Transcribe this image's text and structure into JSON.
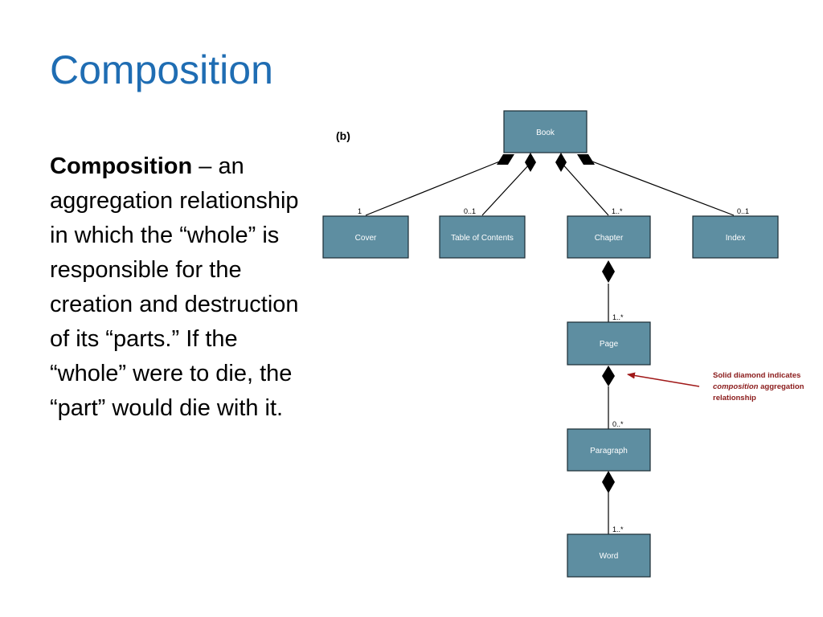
{
  "slide": {
    "title": "Composition",
    "definition_term": "Composition",
    "definition_text": " – an aggregation relationship in which the “whole” is responsible for the creation and destruction of its “parts.” If the “whole” were to die, the “part” would die with it."
  },
  "diagram": {
    "panel_label": "(b)",
    "colors": {
      "box_fill": "#5e8ea1",
      "box_stroke": "#1a2c34",
      "arrow": "#a01818",
      "note_text": "#8a1a1a"
    },
    "classes": {
      "book": "Book",
      "cover": "Cover",
      "toc": "Table of Contents",
      "chapter": "Chapter",
      "index": "Index",
      "page": "Page",
      "paragraph": "Paragraph",
      "word": "Word"
    },
    "multiplicities": {
      "cover": "1",
      "toc": "0..1",
      "chapter": "1..*",
      "index": "0..1",
      "page": "1..*",
      "paragraph": "0..*",
      "word": "1..*"
    },
    "annotation": {
      "line1": "Solid diamond indicates",
      "line2_italic": "composition",
      "line2_rest": " aggregation",
      "line3": "relationship"
    }
  }
}
